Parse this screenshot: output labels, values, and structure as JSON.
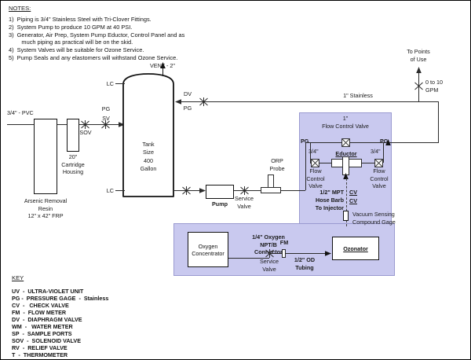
{
  "notes": {
    "title": "NOTES:",
    "lines": [
      "1)  Piping is 3/4\" Stainless Steel with Tri-Clover Fittings.",
      "2)  System Pump to produce 10 GPM at 40 PSI.",
      "3)  Generator, Air Prep, System Pump Eductor, Control Panel and as",
      "        much piping as practical will be on the skid.",
      "4)  System Valves will be suitable for Ozone Service.",
      "5)  Pump Seals and any elastomers will withstand Ozone Service."
    ]
  },
  "key": {
    "title": "KEY",
    "entries": [
      "UV  -  ULTRA-VIOLET UNIT",
      "PG -  PRESSURE GAGE  -  Stainless",
      "CV  -   CHECK VALVE",
      "FM  -  FLOW METER",
      "DV  -  DIAPHRAGM VALVE",
      "WM  -   WATER METER",
      "SP  -  SAMPLE PORTS",
      "SOV  -  SOLENOID VALVE",
      "RV  -  RELIEF VALVE",
      "T  -  THERMOMETER"
    ]
  },
  "inlet": {
    "pipe_label": "3/4\" - PVC",
    "resin_label": "Arsenic Removal\nResin\n12\" x 42\" FRP",
    "cartridge_label": "20\"\nCartridge\nHousing",
    "sov_label": "SOV",
    "pg_label": "PG",
    "sv_label": "SV"
  },
  "tank": {
    "label": "Tank\nSize\n400\nGallon",
    "vent_label": "VENT - 2\"",
    "lc_top": "LC",
    "lc_bottom": "LC",
    "dv_label": "DV",
    "pg_label": "PG"
  },
  "pump": {
    "label": "Pump",
    "service_valve": "Service\nValve",
    "orp_probe": "ORP\nProbe"
  },
  "outlet": {
    "stainless_label": "1\" Stainless",
    "to_points_of_use": "To Points\nof Use",
    "gpm_label": "0 to 10\nGPM"
  },
  "eductor_panel": {
    "flow_control_valve_top": "1\"\nFlow Control Valve",
    "pg_left": "PG",
    "pg_right": "PG",
    "size_left": "3/4\"",
    "size_right": "3/4\"",
    "eductor_label": "Eductor",
    "fcv_left": "Flow\nControl\nValve",
    "fcv_right": "Flow\nControl\nValve",
    "hose_barb": "1/2\" MPT\nHose Barb\nTo Injector",
    "cv_1": "CV",
    "cv_2": "CV",
    "vacuum_gage": "Vacuum Sensing\nCompound Gage"
  },
  "ozone_panel": {
    "oxygen_concentrator": "Oxygen\nConcentrator",
    "connector_label": "1/4\" Oxygen\nNPT/B\nConnector",
    "service_valve": "Service\nValve",
    "fm_label": "FM",
    "tubing_label": "1/2\" OD\nTubing",
    "ozonator": "Ozonator"
  },
  "colors": {
    "panel_fill": "#c9c9ef",
    "panel_stroke": "#9a9ad0",
    "line": "#2b2b2b",
    "text": "#111111"
  }
}
